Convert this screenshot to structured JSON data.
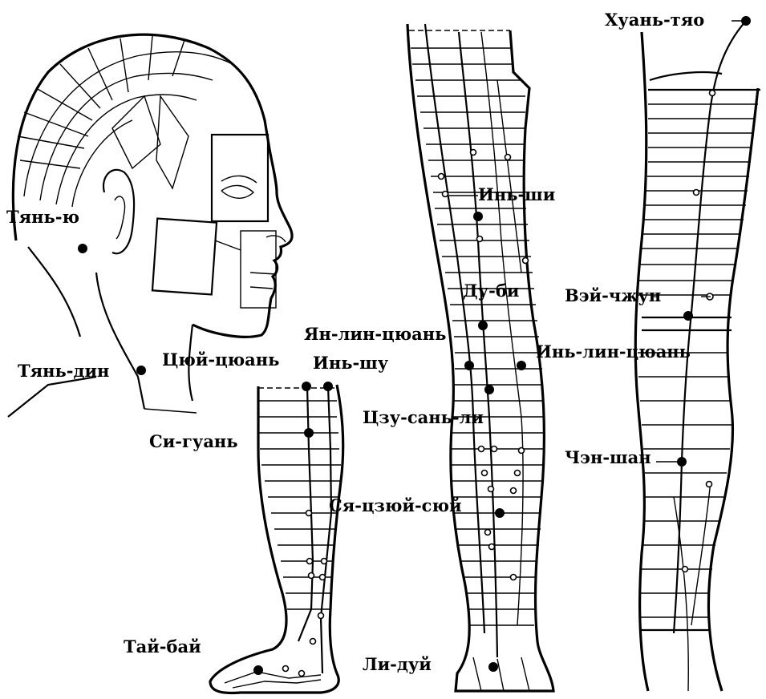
{
  "labels": {
    "tian_yu": "Тянь-ю",
    "tian_ding": "Тянь-дин",
    "tsui_tsuan": "Цюй-цюань",
    "si_guan": "Си-гуань",
    "tai_bai": "Тай-бай",
    "yan_lin_tsuan": "Ян-лин-цюань",
    "yin_shu": "Инь-шу",
    "yin_shi": "Инь-ши",
    "du_bi": "Ду-би",
    "tszu_san_li": "Цзу-сань-ли",
    "sya_tszyui_syui": "Ся-цзюй-сюй",
    "li_dui": "Ли-дуй",
    "yin_lin_tsuan": "Инь-лин-цюань",
    "huan_tyao": "Хуань-тяо",
    "vei_chzhun": "Вэй-чжун",
    "chen_shan": "Чэн-шан"
  }
}
